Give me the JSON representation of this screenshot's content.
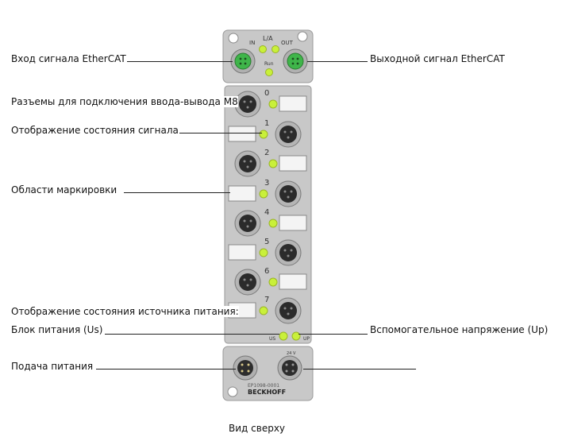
{
  "device": {
    "model": "EP1098-0001",
    "brand": "BECKHOFF",
    "top_port_labels": {
      "in": "IN",
      "la": "L/A",
      "out": "OUT",
      "run": "Run"
    },
    "channel_numbers": [
      "0",
      "1",
      "2",
      "3",
      "4",
      "5",
      "6",
      "7"
    ],
    "power_led_labels": {
      "us": "US",
      "up": "UP"
    },
    "power_connector_label": "24 V",
    "colors": {
      "housing": "#c8c8c8",
      "housing_edge": "#9a9a9a",
      "led_green": "#c9f03a",
      "ethercat_connector": "#3fb54a"
    }
  },
  "annotations": {
    "ethercat_in": "Вход сигнала EtherCAT",
    "ethercat_out": "Выходной сигнал EtherCAT",
    "m8_connectors": "Разъемы для подключения ввода-вывода M8",
    "signal_status": "Отображение состояния сигнала",
    "marking_areas": "Области маркировки",
    "power_status": "Отображение состояния источника питания:",
    "power_unit": "Блок питания (Us)",
    "aux_voltage": "Вспомогательное напряжение (Up)",
    "power_supply": "Подача питания"
  },
  "caption": "Вид сверху"
}
